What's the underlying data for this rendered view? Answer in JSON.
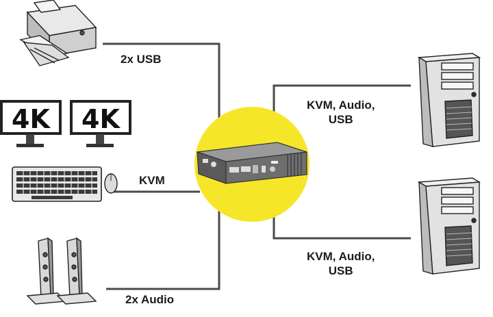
{
  "connections": {
    "printer_label": "2x USB",
    "keyboard_label": "KVM",
    "speakers_label": "2x Audio",
    "pc_top_label": [
      "KVM, Audio,",
      "USB"
    ],
    "pc_bottom_label": [
      "KVM, Audio,",
      "USB"
    ]
  },
  "monitors": {
    "left_text": "4K",
    "right_text": "4K"
  },
  "colors": {
    "hub_circle": "#f5e62a",
    "line": "#444444"
  }
}
